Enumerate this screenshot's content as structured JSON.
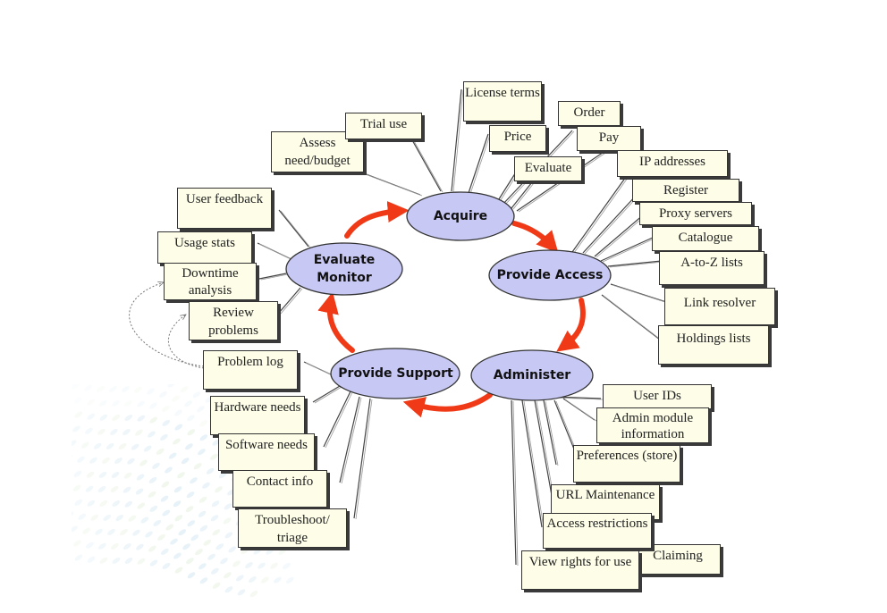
{
  "diagram": {
    "title": "E-resource lifecycle",
    "colors": {
      "node_fill": "#c7c8f4",
      "node_stroke": "#333333",
      "box_fill": "#fdfde8",
      "arrow": "#f03a17",
      "connector": "#444444"
    },
    "cycle_nodes": [
      {
        "id": "acquire",
        "label": "Acquire"
      },
      {
        "id": "provide-access",
        "label": "Provide Access"
      },
      {
        "id": "administer",
        "label": "Administer"
      },
      {
        "id": "provide-support",
        "label": "Provide Support"
      },
      {
        "id": "evaluate-monitor",
        "label": "Evaluate\nMonitor"
      }
    ],
    "cycle_order": [
      "acquire",
      "provide-access",
      "administer",
      "provide-support",
      "evaluate-monitor",
      "acquire"
    ],
    "tasks": {
      "acquire": [
        "Assess need/budget",
        "Trial use",
        "License terms",
        "Price",
        "Order",
        "Pay",
        "Evaluate"
      ],
      "provide_access": [
        "IP addresses",
        "Register",
        "Proxy servers",
        "Catalogue",
        "A-to-Z lists",
        "Link resolver",
        "Holdings lists"
      ],
      "administer": [
        "User IDs",
        "Admin module information",
        "Preferences (store)",
        "URL Maintenance",
        "Access restrictions",
        "Claiming",
        "View rights for use"
      ],
      "provide_support": [
        "Problem log",
        "Hardware needs",
        "Software needs",
        "Contact info",
        "Troubleshoot/ triage"
      ],
      "evaluate_monitor": [
        "User feedback",
        "Usage stats",
        "Downtime analysis",
        "Review problems"
      ]
    },
    "feedback_links": [
      {
        "from": "Problem log",
        "to": "Downtime analysis"
      },
      {
        "from": "Problem log",
        "to": "Review problems"
      }
    ]
  }
}
